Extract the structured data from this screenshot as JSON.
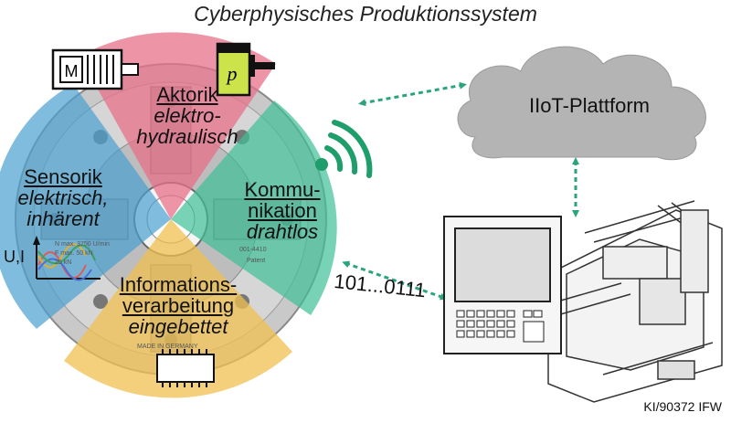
{
  "title": "Cyberphysisches Produktionssystem",
  "segments": {
    "aktorik": {
      "line1": "Aktorik",
      "line2": "elektro-",
      "line3": "hydraulisch",
      "color": "#e8708a"
    },
    "sensorik": {
      "line1": "Sensorik",
      "line2": "elektrisch,",
      "line3": "inhärent",
      "color": "#4aa0d0"
    },
    "kommunikation": {
      "line1": "Kommu-",
      "line2": "nikation",
      "line3": "drahtlos",
      "color": "#3fbf95"
    },
    "information": {
      "line1": "Informations-",
      "line2": "verarbeitung",
      "line3": "eingebettet",
      "color": "#f0c050"
    }
  },
  "motor_label": "M",
  "pressure_label": "p",
  "signal_axis_label": "U,I",
  "chuck_text": [
    "N max.  3750 U/min",
    "F max.  50 kN",
    "         25 kN",
    "001-4410",
    "Patent",
    "MADE IN GERMANY"
  ],
  "cloud": {
    "label": "IIoT-Plattform",
    "color": "#b4b4b4"
  },
  "bits_label": "101...0111",
  "credit": "KI/90372 IFW",
  "arrow_color": "#2aa57a"
}
